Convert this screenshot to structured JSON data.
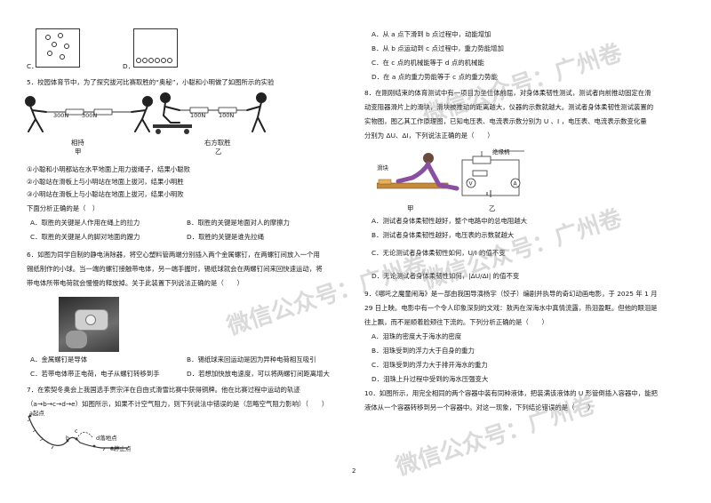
{
  "page_number": "2",
  "watermark": "微信公众号：广州卷",
  "left": {
    "top_options": {
      "c": "C．",
      "d": "D．"
    },
    "q5": {
      "stem": "5．校园体育节中，为了探究拔河比赛取胜的“奥秘”，小聪和小明做了如图所示的实验",
      "fig_jia": {
        "force1": "300N",
        "force2": "300N",
        "caption1": "相持",
        "caption2": "甲"
      },
      "fig_yi": {
        "force1": "100N",
        "force2": "100N",
        "caption1": "右方取胜",
        "caption2": "乙"
      },
      "items": [
        "①小聪和小明都站在水平地面上用力拔绳子，结果小聪败",
        "②小聪站在滑板上与小明站在地面上拔河，结果小明胜",
        "③小明站在滑板上与小聪站在地面上拔河，结果小明败"
      ],
      "question": "下面分析正确的是（　）",
      "options": [
        "A．取胜的关键是人作用在绳上的拉力",
        "B．取胜的关键是地面对人的摩擦力",
        "C．取胜的关键是人的脚对地面的蹬力",
        "D．取胜的关键是谁先拉绳"
      ]
    },
    "q6": {
      "lines": [
        "6．如图为同学自制的静电消除器，将空心塑料管两端分别插入两个金属螺钉，在两螺钉间放入一个用",
        "锡纸制作的小球。当一端的螺钉接触带电体，另一端手握时，锡纸球就会在两螺钉间来回快速运动，将",
        "带电体所带电荷就会慢慢的释放掉。关于此装置下列说法正确的是（　　）"
      ],
      "options": [
        "A．金属螺钉是导体",
        "B．锡纸球来回运动是因为异种电荷相互吸引",
        "C．若带电体带正电荷，电子从螺钉转移到手",
        "D．若想加快放电速度，可以将两螺钉间距离增大"
      ]
    },
    "q7": {
      "lines": [
        "7．在索契冬奥会上我国选手贾宗洋在自由式滑雪比赛中获得铜牌。他在比赛过程中运动的轨迹",
        "（a→b→c→d→e）如图所示，如果不计空气阻力，则下列说法中错误的是（忽略空气阻力影响）（　　）"
      ],
      "fig": {
        "a": "a起点",
        "b": "b",
        "c": "c",
        "d": "d落地点",
        "e": "e停止点"
      }
    }
  },
  "right": {
    "q7_options": [
      "A．从 a 点下滑到 b 点过程中，动能增加",
      "B．从 b 点运动到 c 点过程中，重力势能增加",
      "C．在 c 点的机械能等于 d 点的机械能",
      "D．在 a 点的重力势能等于 c 点的重力势能"
    ],
    "q8": {
      "lines": [
        "8．在刚刚结束的体育测试中有一项目为坐位体前屈，对身体柔韧性测试，测试者向前推动固定在滑",
        "动变阻器滑片上的滑块，滑块被推动的距离越大，仪器的示数就越大。测试者身体柔韧性测试装置的",
        "实物图，图乙其工作原理图，已知电压表、电流表示数分别为 U 、I ，电压表、电流表示数变化量",
        "分别为 ΔU、ΔI，下列说法正确的是（　　）"
      ],
      "fig": {
        "label1": "滑块",
        "label2": "绝缘柄",
        "cap_jia": "甲",
        "cap_yi": "乙"
      },
      "options": [
        "A．测试者身体柔韧性越好，整个电路中的总电阻越大",
        "B．测试者身体柔韧性越好，电压表的示数就越大",
        "C．无论测试者身体柔韧性如何，U/I 的值不变",
        "D．无论测试者身体柔韧性如何，|ΔU/ΔI| 的值不变"
      ]
    },
    "q9": {
      "lines": [
        "9．《哪吒之魔童闹海》是一部由我国导演杨宇（饺子）编剧并执导的奇幻动画电影，于 2025 年 1 月",
        "29 日上映。电影中有一个令人印象深刻的文戏：敖丙在深海水中真情流露，热泪盈眶。但他的眼泪是",
        "往上飘，而不是顺着脸颊往下流的。下列分析正确的是（　　）"
      ],
      "options": [
        "A．泪珠的密度大于海水的密度",
        "B．泪珠受到的浮力大于自身的重力",
        "C．泪珠受到的浮力大于排开海水的重力",
        "D．泪珠上升过程中受到的海水压强变大"
      ]
    },
    "q10": {
      "lines": [
        "10．如图所示，用完全相同的两个容器中装有同种液体，把装满该液体的 U 形管倒插入容器中，能把",
        "液体从一个容器转移到另一个容器中。对这一现象，下列结论错误的是（　　）"
      ]
    }
  }
}
